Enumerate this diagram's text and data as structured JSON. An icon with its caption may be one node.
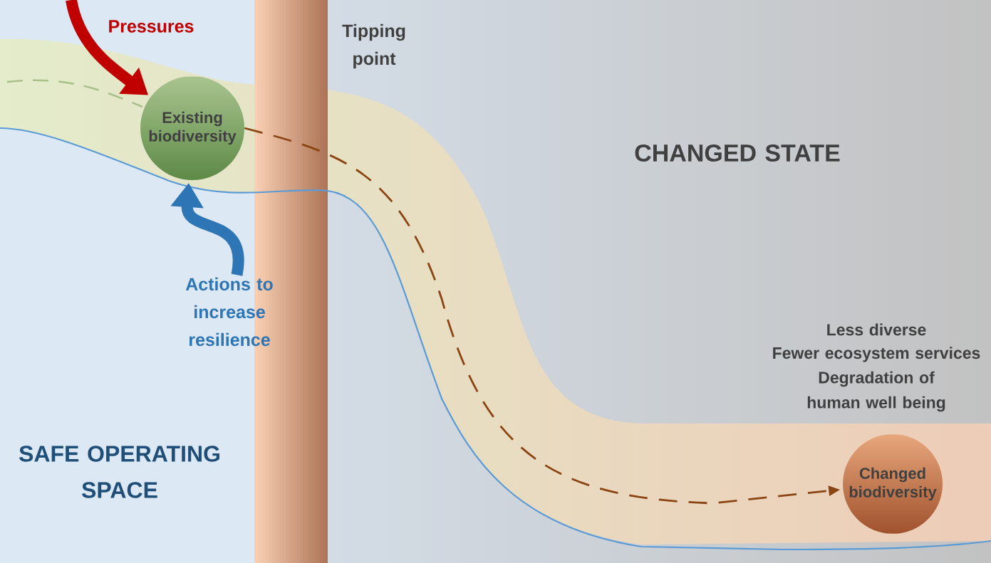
{
  "diagram": {
    "nodes": [
      {
        "text": [
          "Existing biodiversity"
        ]
      },
      {
        "text": [
          "Changed biodiversity"
        ]
      },
      {
        "text": [
          "Actions to increase resilience"
        ]
      }
    ],
    "edges": [
      {
        "from": null,
        "to": 0,
        "arrow": "to",
        "label": "Pressures",
        "color": "#c00000"
      },
      {
        "from": 2,
        "to": 0,
        "arrow": "to",
        "color": "#2e75b6"
      },
      {
        "from": 0,
        "to": 1,
        "arrow": "to",
        "style": "dashed",
        "color": "#8b4513"
      }
    ],
    "labels": [
      "Tipping point",
      "CHANGED STATE",
      "Less diverse",
      "Fewer ecosystem services",
      "Degradation of human well being",
      "SAFE OPERATING SPACE"
    ]
  }
}
